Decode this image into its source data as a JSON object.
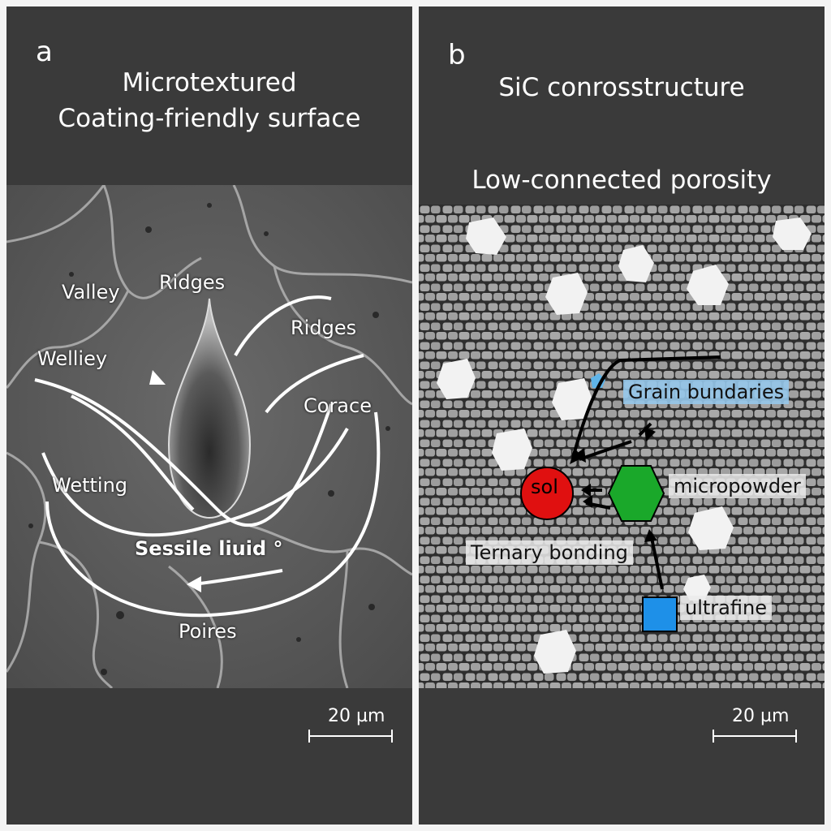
{
  "panel_a": {
    "letter": "a",
    "title_line1": "Microtextured",
    "title_line2": "Coating-friendly surface",
    "labels": {
      "valley": "Valley",
      "ridges_top": "Ridges",
      "ridges_right": "Ridges",
      "welliey": "Welliey",
      "corace": "Corace",
      "wetting": "Wetting",
      "sessile": "Sessile liuid °",
      "poires": "Poires"
    },
    "scale": "20 µm"
  },
  "panel_b": {
    "letter": "b",
    "title": "SiC conrosstructure",
    "subtitle": "Low-connected porosity",
    "labels": {
      "grain": "Grain bundaries",
      "sol": "sol",
      "micropowder": "micropowder",
      "ternary": "Ternary bonding",
      "ultrafine": "ultrafine"
    },
    "scale": "20 µm"
  },
  "colors": {
    "sol": "#e01010",
    "micropowder": "#1aa82a",
    "ultrafine": "#1e90e8",
    "grain_highlight": "#9fd0f0"
  }
}
